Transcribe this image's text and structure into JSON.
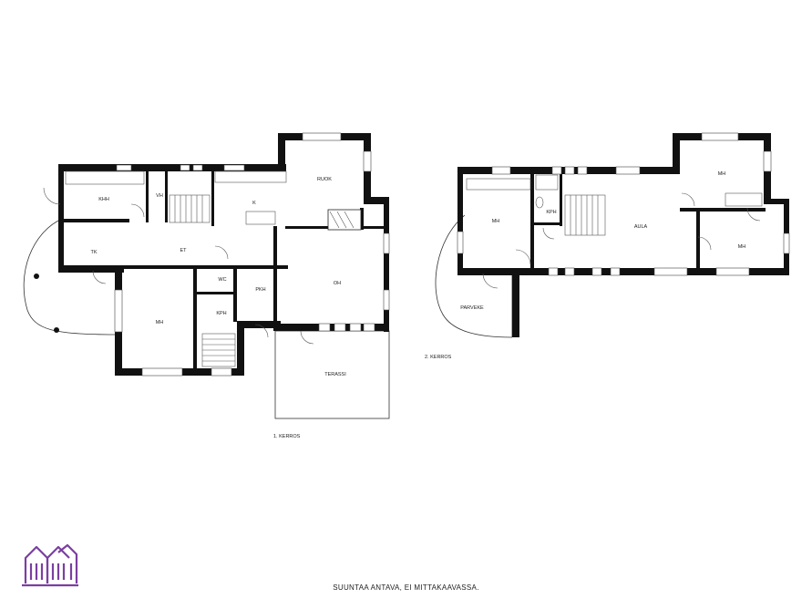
{
  "floors": [
    {
      "label": "1. KERROS",
      "rooms": [
        "KHH",
        "VH",
        "K",
        "RUOK",
        "TK",
        "ET",
        "WC",
        "PKH",
        "OH",
        "MH",
        "KPH",
        "TERASSI"
      ]
    },
    {
      "label": "2. KERROS",
      "rooms": [
        "MH",
        "KPH",
        "AULA",
        "MH",
        "MH",
        "PARVEKE"
      ]
    }
  ],
  "disclaimer": "SUUNTAA ANTAVA, EI MITTAKAAVASSA.",
  "colors": {
    "wall": "#111111",
    "logo": "#7b3fa0",
    "background": "#ffffff"
  },
  "logo_icon": "building-logo-icon"
}
